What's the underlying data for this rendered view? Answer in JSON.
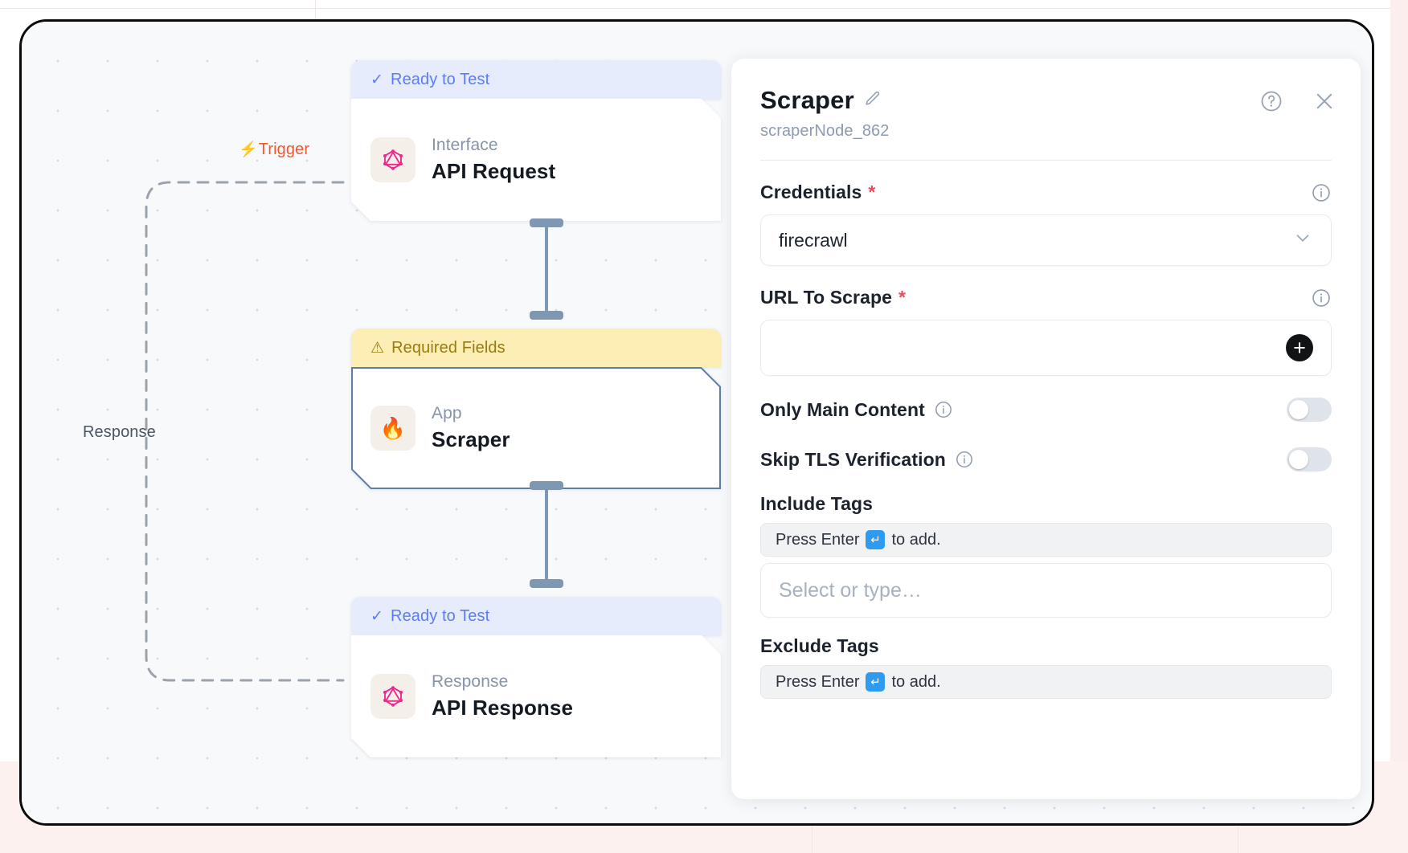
{
  "canvas": {
    "edges": [
      {
        "label": "Trigger",
        "icon": "lightning-bolt-icon"
      },
      {
        "label": "Response"
      }
    ],
    "nodes": [
      {
        "status": "Ready to Test",
        "status_type": "ready",
        "status_icon": "check-icon",
        "kind": "Interface",
        "title": "API Request",
        "icon": "graphql-icon"
      },
      {
        "status": "Required Fields",
        "status_type": "warn",
        "status_icon": "warning-triangle-icon",
        "kind": "App",
        "title": "Scraper",
        "icon": "flame-icon",
        "selected": true
      },
      {
        "status": "Ready to Test",
        "status_type": "ready",
        "status_icon": "check-icon",
        "kind": "Response",
        "title": "API Response",
        "icon": "graphql-icon"
      }
    ]
  },
  "panel": {
    "title": "Scraper",
    "subtitle": "scraperNode_862",
    "edit_icon": "pencil-icon",
    "help_icon": "question-circle-icon",
    "close_icon": "close-icon",
    "fields": {
      "credentials": {
        "label": "Credentials",
        "required": "*",
        "value": "firecrawl",
        "info_icon": "info-icon",
        "chevron_icon": "chevron-down-icon"
      },
      "url": {
        "label": "URL To Scrape",
        "required": "*",
        "value": "",
        "info_icon": "info-icon",
        "add_icon": "plus-icon"
      },
      "only_main_content": {
        "label": "Only Main Content",
        "info_icon": "info-icon",
        "value": "off"
      },
      "skip_tls": {
        "label": "Skip TLS Verification",
        "info_icon": "info-icon",
        "value": "off"
      },
      "include_tags": {
        "label": "Include Tags",
        "hint_before": "Press Enter",
        "hint_key": "↵",
        "hint_after": "to add.",
        "placeholder": "Select or type…"
      },
      "exclude_tags": {
        "label": "Exclude Tags",
        "hint_before": "Press Enter",
        "hint_key": "↵",
        "hint_after": "to add."
      }
    }
  },
  "colors": {
    "accent_blue": "#5c7cf3",
    "warn_yellow": "#fdeeb5",
    "trigger_orange": "#f4562f",
    "required_red": "#ef4a61",
    "handle": "#7e97b3"
  }
}
